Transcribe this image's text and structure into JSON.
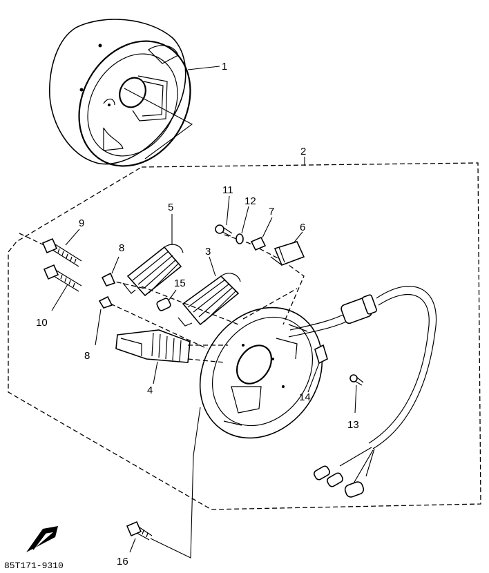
{
  "labels": {
    "p1": "1",
    "p2": "2",
    "p3": "3",
    "p4": "4",
    "p5": "5",
    "p6": "6",
    "p7": "7",
    "p8a": "8",
    "p8b": "8",
    "p9": "9",
    "p10": "10",
    "p11": "11",
    "p12": "12",
    "p13": "13",
    "p14": "14",
    "p15": "15",
    "p16": "16"
  },
  "catalog_code": "85T171-9310",
  "icons": {
    "flywheel": "flywheel-rotor-icon",
    "stator": "stator-base-plate-icon",
    "coil": "coil-icon",
    "bolt": "bolt-icon",
    "harness": "wire-harness-icon",
    "fwd": "front-arrow-icon"
  }
}
